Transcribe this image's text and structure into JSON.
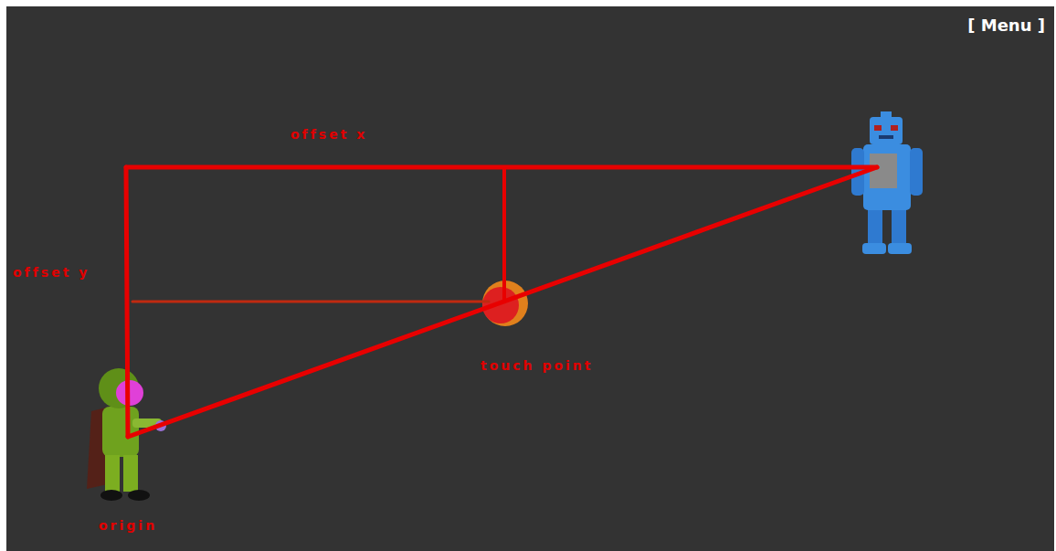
{
  "diagram": {
    "labels": [
      "[ Menu ]",
      "offset x",
      "offset y",
      "touch point",
      "origin"
    ]
  }
}
